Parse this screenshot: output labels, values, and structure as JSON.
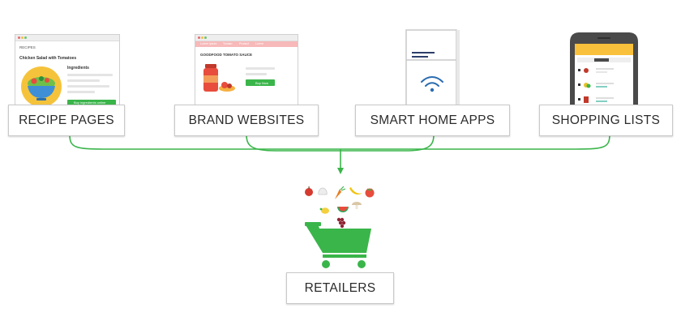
{
  "sources": [
    {
      "label": "RECIPE PAGES"
    },
    {
      "label": "BRAND WEBSITES"
    },
    {
      "label": "SMART HOME APPS"
    },
    {
      "label": "SHOPPING LISTS"
    }
  ],
  "target": {
    "label": "RETAILERS"
  },
  "recipe_mock": {
    "header": "RECIPES",
    "title": "Chicken Salad with Tomatoes",
    "section": "Ingredients",
    "button": "Buy ingredients online"
  },
  "brand_mock": {
    "nav": [
      "Lorem Ipsum",
      "Tomato",
      "Product",
      "Lorem"
    ],
    "title": "GOODFOOD TOMATO SAUCE",
    "button": "Buy Now"
  },
  "colors": {
    "connector": "#3ab54a",
    "cart": "#3ab54a",
    "wifi": "#2b6cb0",
    "phone_header": "#f9c03b",
    "brand_nav": "#f7b9b9"
  }
}
